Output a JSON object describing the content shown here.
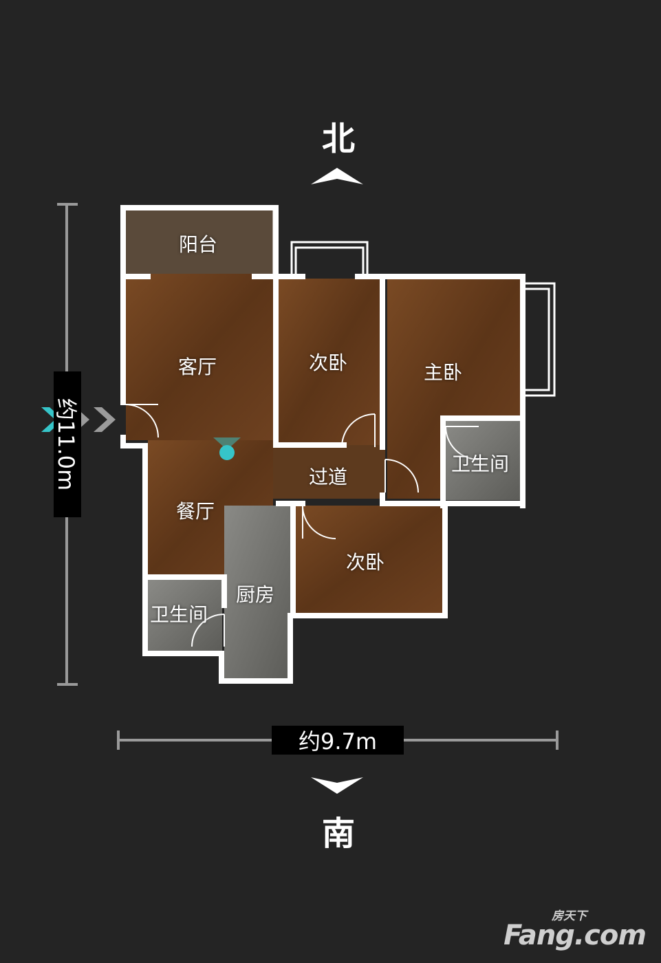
{
  "compass": {
    "north": "北",
    "south": "南"
  },
  "dimensions": {
    "height": "约11.0m",
    "width": "约9.7m"
  },
  "rooms": {
    "balcony": "阳台",
    "living_room": "客厅",
    "bedroom_2a": "次卧",
    "master_bedroom": "主卧",
    "bathroom_east": "卫生间",
    "corridor": "过道",
    "dining_room": "餐厅",
    "bedroom_2b": "次卧",
    "kitchen": "厨房",
    "bathroom_west": "卫生间"
  },
  "watermark": {
    "top": "房天下",
    "main": "Fang.com"
  },
  "colors": {
    "background": "#242424",
    "wall": "#ffffff",
    "floor_wood": "#6b3f1f",
    "accent": "#36c5c9"
  }
}
